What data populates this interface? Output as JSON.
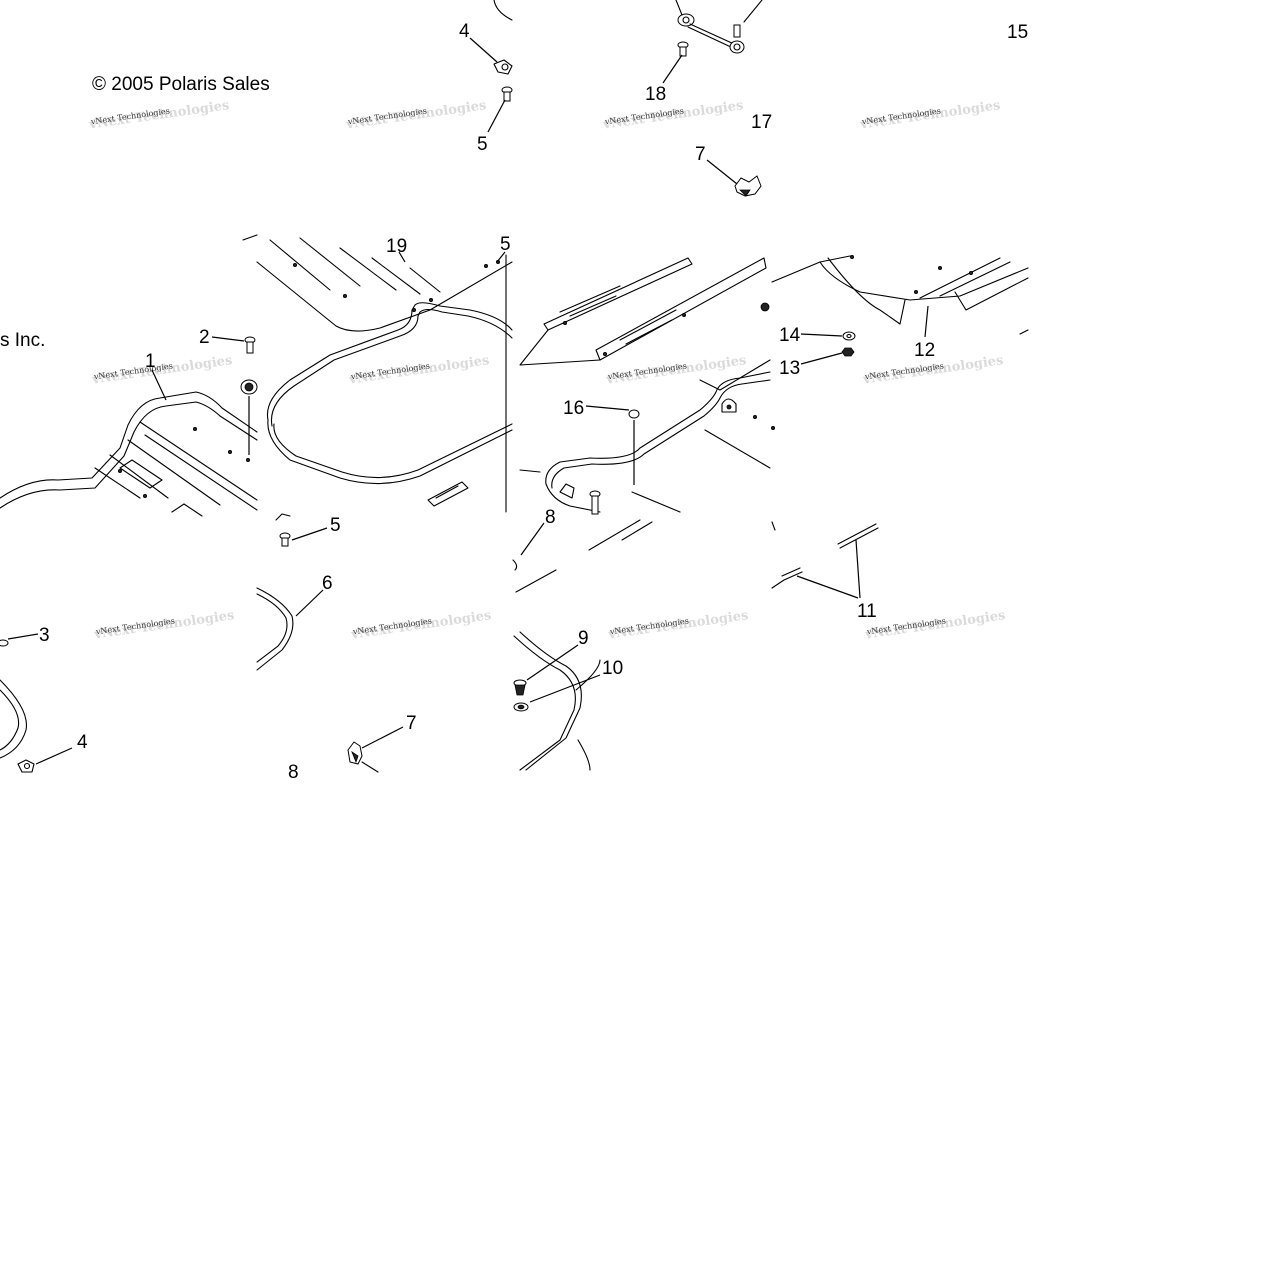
{
  "diagram": {
    "copyright_part1": "© 2005 Polaris Sales",
    "copyright_part2": "s Inc.",
    "watermark": "vNext Technologies",
    "callouts": {
      "c1": "1",
      "c2": "2",
      "c3": "3",
      "c4a": "4",
      "c4b": "4",
      "c5a": "5",
      "c5b": "5",
      "c5c": "5",
      "c6": "6",
      "c7a": "7",
      "c7b": "7",
      "c8": "8",
      "c9": "9",
      "c10": "10",
      "c11": "11",
      "c12": "12",
      "c13": "13",
      "c14": "14",
      "c15": "15",
      "c16": "16",
      "c17": "17",
      "c18": "18",
      "c19": "19"
    },
    "icons": {
      "floor_panel": "floor-panel-icon",
      "seal_strip": "seal-strip-icon",
      "fastener": "fastener-icon",
      "wing_nut": "wing-nut-icon",
      "cover_panel": "cover-panel-icon"
    }
  }
}
